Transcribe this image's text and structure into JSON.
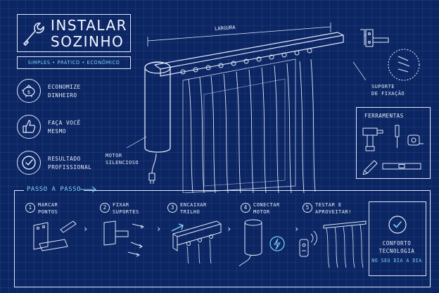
{
  "header": {
    "title_line1": "INSTALAR",
    "title_line2": "SOZINHO",
    "tagline": "SIMPLES • PRÁTICO • ECONÔMICO"
  },
  "benefits": [
    {
      "icon": "piggy-bank-icon",
      "line1": "ECONOMIZE",
      "line2": "DINHEIRO"
    },
    {
      "icon": "thumbs-up-icon",
      "line1": "FAÇA VOCÊ",
      "line2": "MESMO"
    },
    {
      "icon": "checkmark-icon",
      "line1": "RESULTADO",
      "line2": "PROFISSIONAL"
    }
  ],
  "diagram": {
    "width_label": "LARGURA",
    "motor_line1": "MOTOR",
    "motor_line2": "SILENCIOSO",
    "support_line1": "SUPORTE",
    "support_line2": "DE FIXAÇÃO"
  },
  "tools": {
    "heading": "FERRAMENTAS",
    "items": [
      "drill-icon",
      "screwdriver-icon",
      "tape-measure-icon",
      "pencil-icon",
      "level-icon"
    ]
  },
  "steps": {
    "heading": "PASSO A PASSO",
    "items": [
      {
        "num": "1",
        "line1": "MARCAR",
        "line2": "PONTOS"
      },
      {
        "num": "2",
        "line1": "FIXAR",
        "line2": "SUPORTES"
      },
      {
        "num": "3",
        "line1": "ENCAIXAR",
        "line2": "TRILHO"
      },
      {
        "num": "4",
        "line1": "CONECTAR",
        "line2": "MOTOR"
      },
      {
        "num": "5",
        "line1": "TESTAR E",
        "line2": "APROVEITAR!"
      }
    ]
  },
  "conforto": {
    "line1": "CONFORTO",
    "line2": "TECNOLOGIA",
    "line3": "NO SEU DIA A DIA"
  },
  "colors": {
    "background": "#0c2663",
    "line": "#dfe8fb",
    "accent": "#7fd3f7"
  }
}
